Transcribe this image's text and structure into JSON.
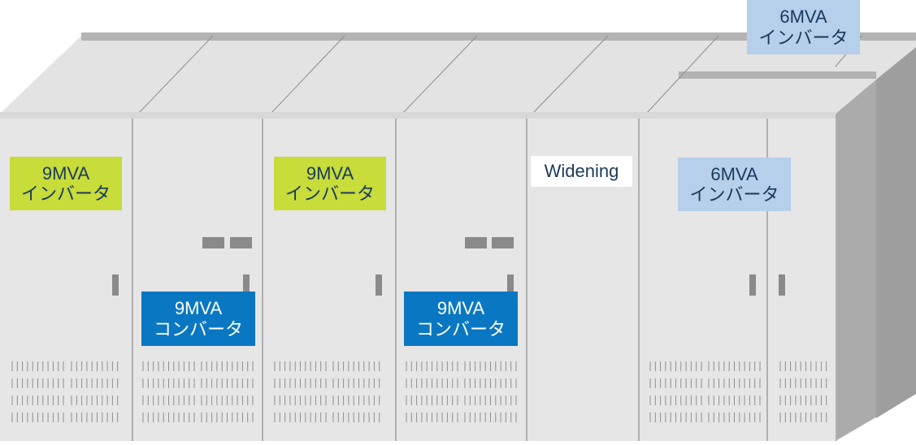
{
  "colors": {
    "cabinet_front": "#e6e6e6",
    "cabinet_top": "#e3e3e3",
    "cabinet_side": "#ababab",
    "cabinet_side_dark": "#9e9e9e",
    "edge_line": "#8c8c8c",
    "top_rail": "#b3b3b3",
    "handle": "#8a8a8a",
    "vent": "#8f8f8f",
    "inverter_9mva_bg": "#c8dc3a",
    "inverter_9mva_text": "#1a3a5c",
    "converter_9mva_bg": "#0a77c2",
    "converter_9mva_text": "#ffffff",
    "inverter_6mva_bg": "#b6cfea",
    "inverter_6mva_text": "#1a3a5c",
    "widening_bg": "#ffffff",
    "widening_text": "#1a3a5c"
  },
  "labels": {
    "inverter_9mva_1": {
      "line1": "9MVA",
      "line2": "インバータ"
    },
    "converter_9mva_1": {
      "line1": "9MVA",
      "line2": "コンバータ"
    },
    "inverter_9mva_2": {
      "line1": "9MVA",
      "line2": "インバータ"
    },
    "converter_9mva_2": {
      "line1": "9MVA",
      "line2": "コンバータ"
    },
    "widening": {
      "text": "Widening"
    },
    "inverter_6mva_front": {
      "line1": "6MVA",
      "line2": "インバータ"
    },
    "inverter_6mva_back": {
      "line1": "6MVA",
      "line2": "インバータ"
    }
  }
}
